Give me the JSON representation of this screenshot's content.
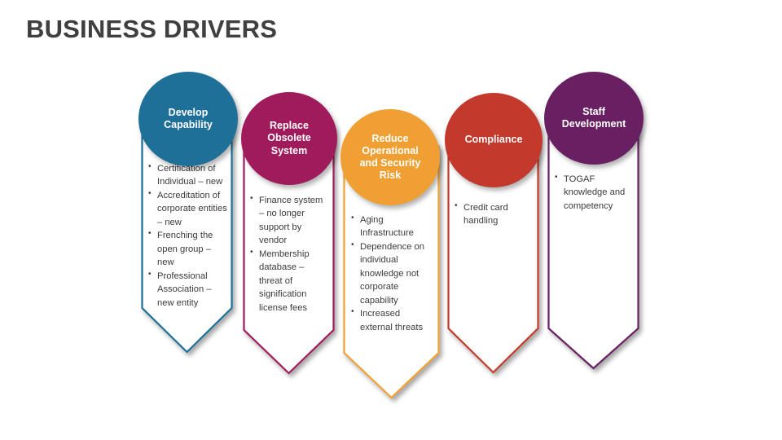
{
  "slide": {
    "title": "BUSINESS DRIVERS",
    "background": "#FFFFFF",
    "title_color": "#3F3F3F"
  },
  "chart_data": {
    "type": "diagram",
    "subtype": "vertical-ribbon-banners-with-circle-headers",
    "title": "BUSINESS DRIVERS",
    "count": 5,
    "columns": [
      {
        "id": "develop-capability",
        "heading": "Develop\nCapability",
        "color": "#1F7099",
        "bullets": [
          "Certification of Individual – new",
          "Accreditation of corporate entities – new",
          "Frenching the open group – new",
          "Professional Association – new entity"
        ]
      },
      {
        "id": "replace-obsolete-system",
        "heading": "Replace\nObsolete\nSystem",
        "color": "#A01B5B",
        "bullets": [
          "Finance system – no longer support by vendor",
          "Membership database – threat of signification license fees"
        ]
      },
      {
        "id": "reduce-operational-and-security-risk",
        "heading": "Reduce\nOperational\nand Security\nRisk",
        "color": "#F0A032",
        "bullets": [
          "Aging Infrastructure",
          "Dependence on individual knowledge not corporate capability",
          "Increased external threats"
        ]
      },
      {
        "id": "compliance",
        "heading": "Compliance",
        "color": "#C33A2C",
        "bullets": [
          "Credit card handling"
        ]
      },
      {
        "id": "staff-development",
        "heading": "Staff\nDevelopment",
        "color": "#682063",
        "bullets": [
          "TOGAF knowledge and competency"
        ]
      }
    ]
  }
}
